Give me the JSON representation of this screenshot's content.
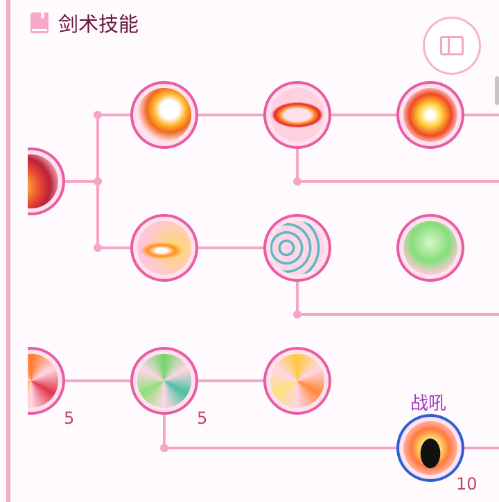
{
  "header": {
    "title": "剑术技能",
    "icon": "book-icon",
    "toggle_icon": "sidebar-toggle-icon"
  },
  "skills": [
    {
      "id": "root",
      "level": ""
    },
    {
      "id": "r1c1",
      "level": ""
    },
    {
      "id": "r1c2",
      "level": ""
    },
    {
      "id": "r1c3",
      "level": ""
    },
    {
      "id": "r2c1",
      "level": ""
    },
    {
      "id": "r2c2",
      "level": ""
    },
    {
      "id": "r2c3",
      "level": ""
    },
    {
      "id": "r3c0",
      "level": "5"
    },
    {
      "id": "r3c1",
      "level": "5"
    },
    {
      "id": "r3c2",
      "level": ""
    },
    {
      "id": "warcry",
      "name": "战吼",
      "level": "10",
      "selected": true
    }
  ],
  "colors": {
    "accent": "#e85ca3",
    "line": "#f6a6c5",
    "selected": "#2c5fd3",
    "title": "#6b1840"
  }
}
